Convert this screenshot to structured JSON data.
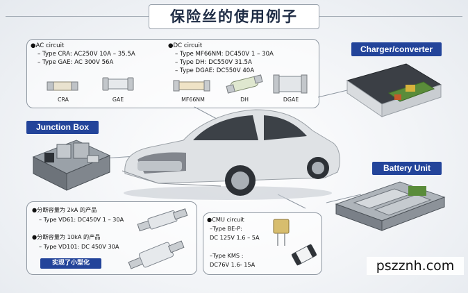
{
  "title": "保险丝的使用例子",
  "ac_circuit": {
    "heading": "●AC circuit",
    "lines": [
      "– Type CRA: AC250V 10A – 35.5A",
      "– Type GAE: AC 300V 56A"
    ],
    "fuse_labels": [
      "CRA",
      "GAE"
    ]
  },
  "dc_circuit": {
    "heading": "●DC circuit",
    "lines": [
      "– Type MF66NM: DC450V 1 – 30A",
      "– Type DH: DC550V 31.5A",
      "– Type DGAE: DC550V 40A"
    ],
    "fuse_labels": [
      "MF66NM",
      "DH",
      "DGAE"
    ]
  },
  "labels": {
    "charger": "Charger/converter",
    "junction": "Junction Box",
    "battery": "Battery Unit",
    "compact": "实现了小型化"
  },
  "breaking": {
    "line1": "●分断容量为 2kA 的产品",
    "line2": "– Type VD61: DC450V 1 – 30A",
    "line3": "●分断容量为 10kA 的产品",
    "line4": "– Type VD101: DC 450V 30A"
  },
  "cmu": {
    "heading": "●CMU circuit",
    "line1": "–Type BE-P:",
    "line2": "DC 125V 1.6 – 5A",
    "line3": "–Type KMS :",
    "line4": "DC76V 1.6- 15A"
  },
  "watermark": "pszznh.com"
}
